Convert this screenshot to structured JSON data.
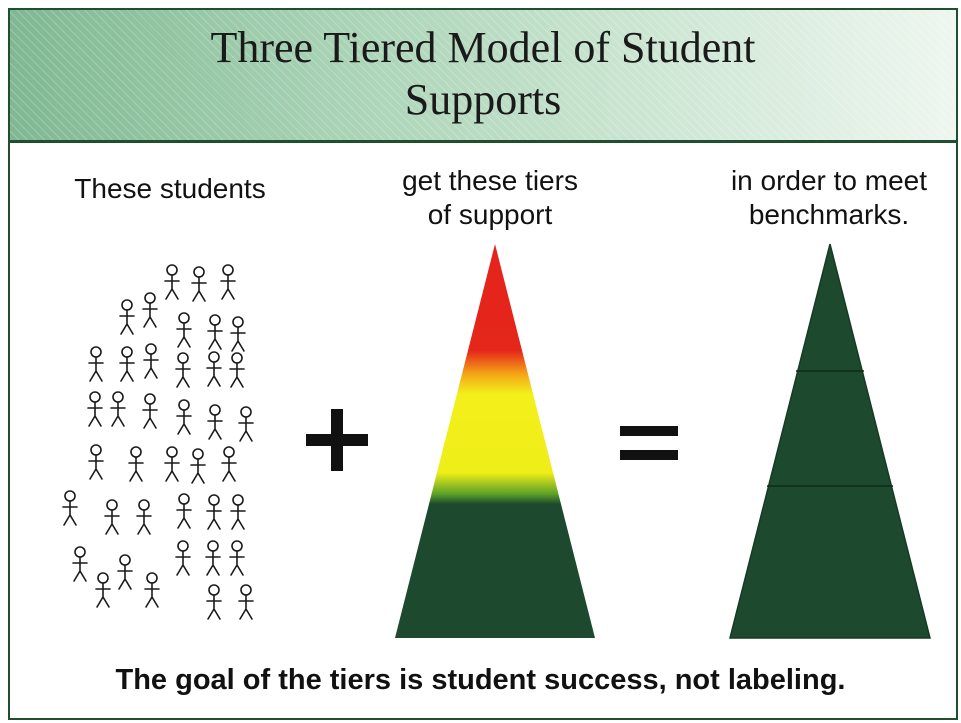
{
  "header": {
    "title": "Three Tiered Model of Student\nSupports"
  },
  "captions": {
    "students": "These students",
    "support": "get these tiers\nof support",
    "benchmarks": "in order to meet\nbenchmarks."
  },
  "symbols": {
    "plus": "+",
    "equals": "="
  },
  "footer": {
    "text": "The goal of the tiers is student success, not labeling."
  },
  "colors": {
    "dark_green": "#1d4a2e",
    "red": "#e5231c",
    "yellow": "#f2ef1a",
    "banner_green": "#8cc39c"
  }
}
